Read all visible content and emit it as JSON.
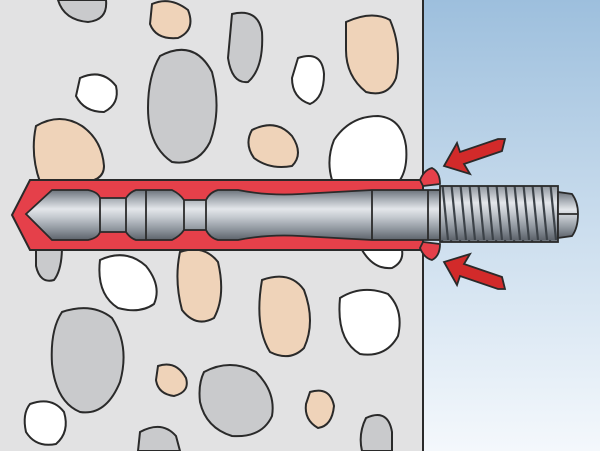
{
  "colors": {
    "concrete": "#e2e2e3",
    "air_top": "#9dbfdd",
    "air_bottom": "#f4f8fc",
    "outline": "#2a2a2a",
    "mortar": "#e5404a",
    "mortar_dark": "#b3202a",
    "arrow": "#d22a2a",
    "stone_grey": "#c9cacc",
    "stone_beige": "#efd3b9",
    "stone_white": "#ffffff",
    "steel_light": "#e3e6ea",
    "steel_mid": "#a7adb4",
    "steel_dark": "#6c737b"
  },
  "elements": {
    "concrete": "concrete-block",
    "air": "air-background",
    "anchor": "threaded-anchor-rod",
    "mortar": "injection-mortar",
    "arrows": "press-arrows"
  }
}
